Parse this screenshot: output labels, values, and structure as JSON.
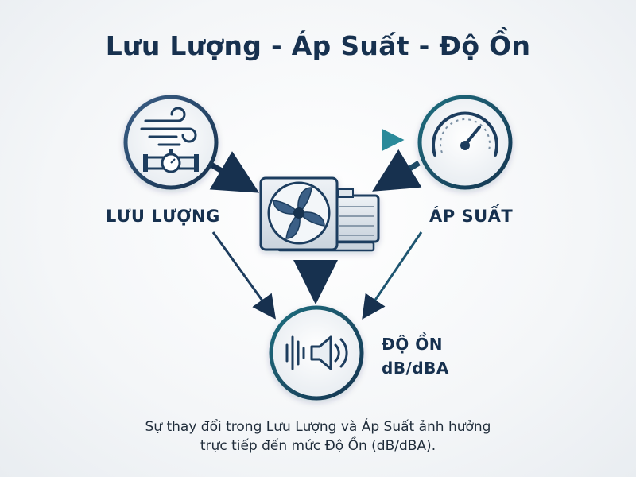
{
  "title": "Lưu Lượng - Áp Suất - Độ Ồn",
  "nodes": {
    "flow": {
      "label": "LƯU LƯỢNG",
      "icons": [
        "wind-icon",
        "flow-meter-icon"
      ]
    },
    "pressure": {
      "label": "ÁP SUẤT",
      "icons": [
        "gauge-icon"
      ]
    },
    "fan": {
      "icons": [
        "fan-motor-icon"
      ]
    },
    "noise": {
      "label": "ĐỘ ỒN",
      "unit": "dB/dBA",
      "icons": [
        "speaker-sound-icon"
      ]
    }
  },
  "caption": {
    "line1": "Sự thay đổi trong Lưu Lượng và Áp Suất ảnh hưởng",
    "line2": "trực tiếp đến mức Độ Ồn (dB/dBA)."
  },
  "colors": {
    "navy": "#17314f",
    "teal": "#2a8a9a",
    "circle_border": "#2b4a6b"
  }
}
